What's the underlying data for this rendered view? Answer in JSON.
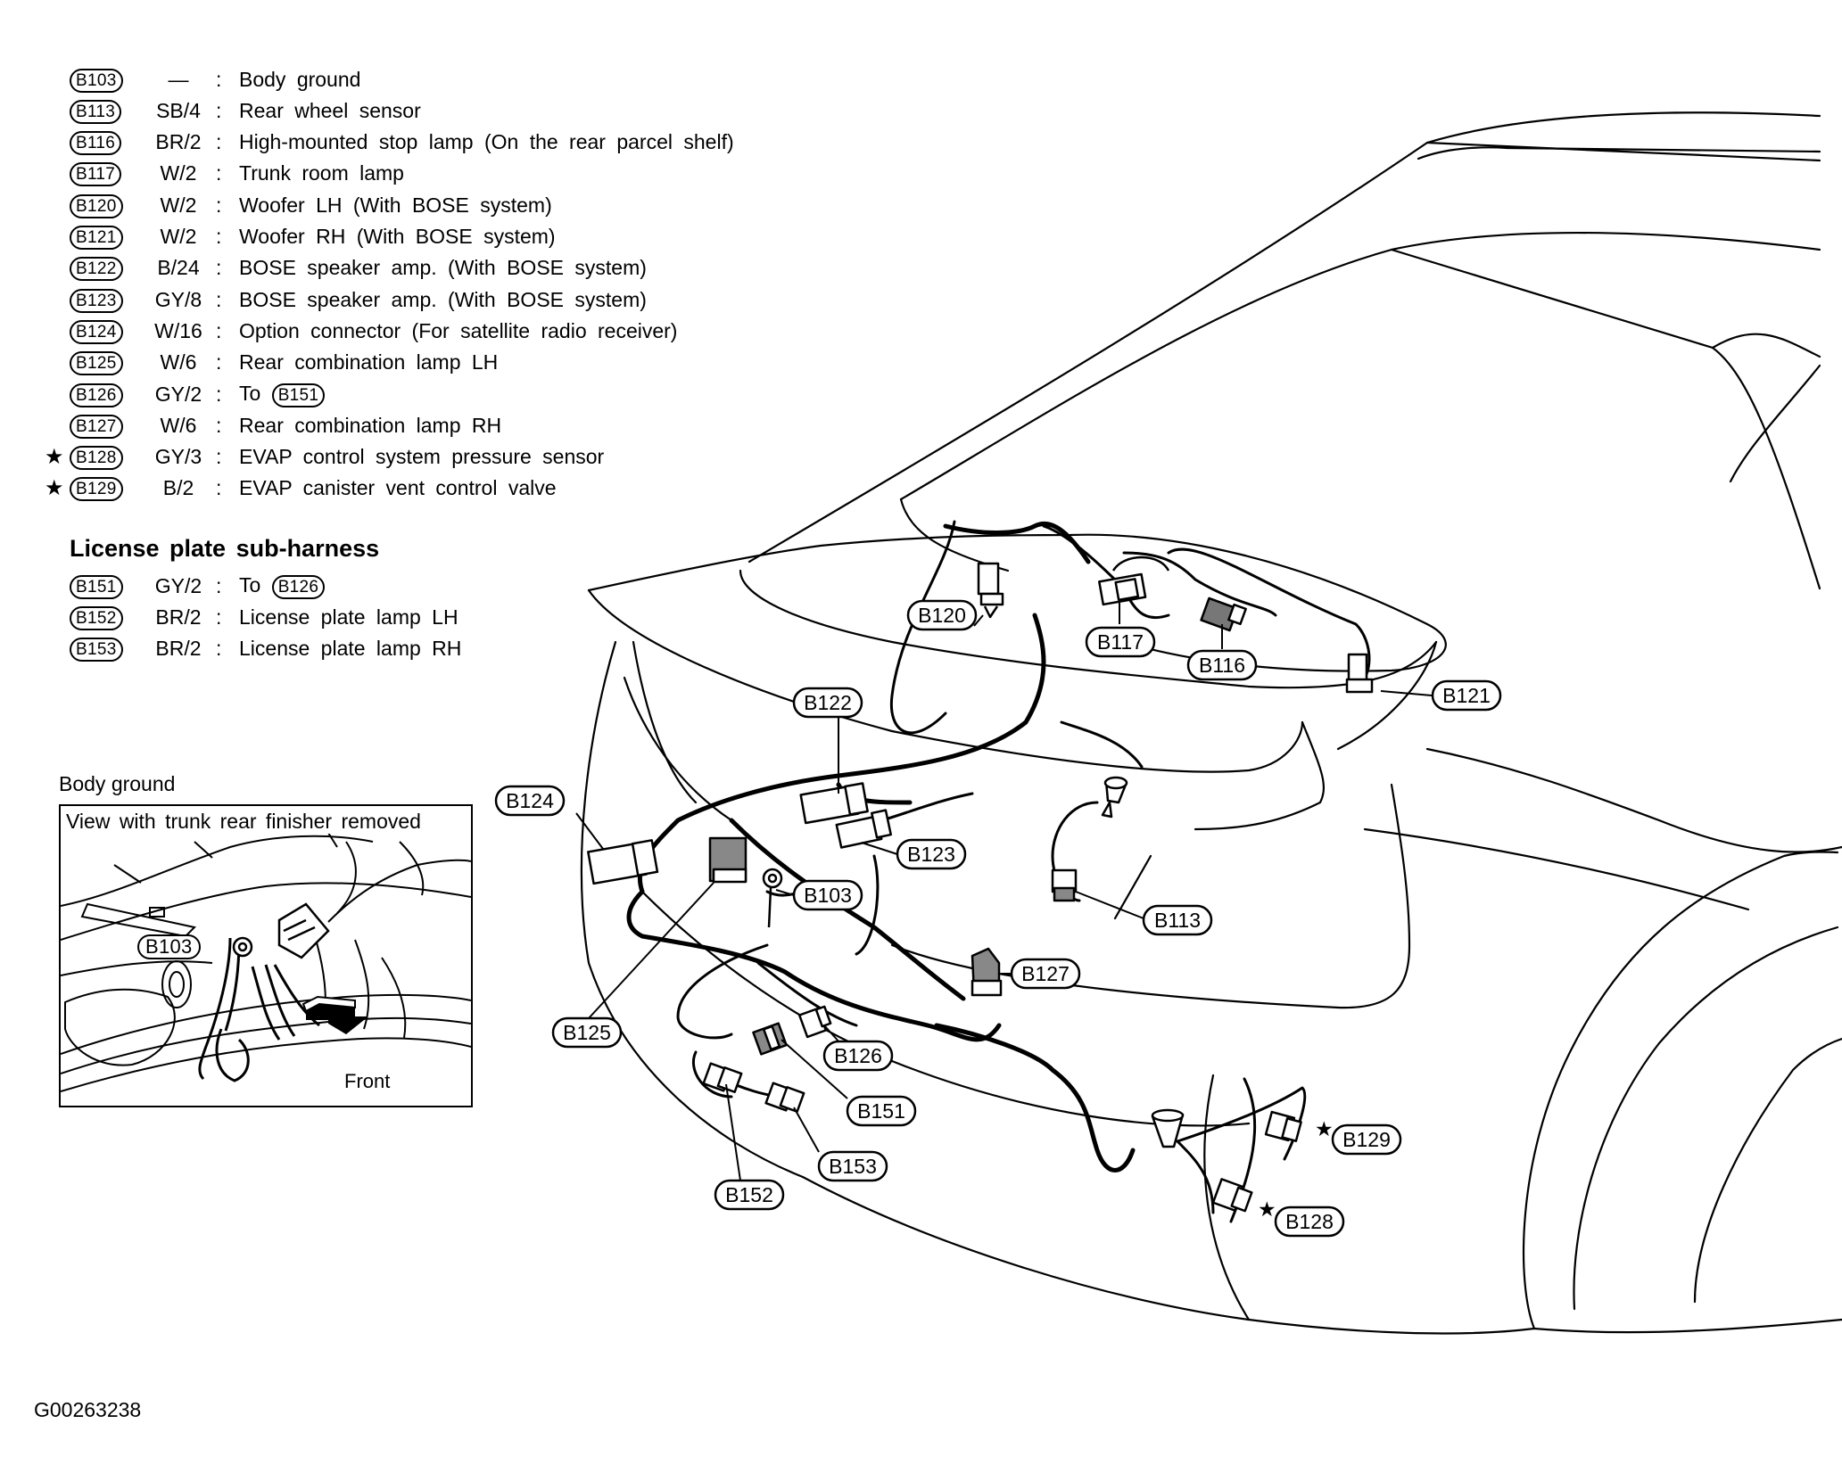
{
  "legend": {
    "rows": [
      {
        "code": "B103",
        "wire": "—",
        "desc": "Body ground",
        "star": ""
      },
      {
        "code": "B113",
        "wire": "SB/4",
        "desc": "Rear wheel sensor",
        "star": ""
      },
      {
        "code": "B116",
        "wire": "BR/2",
        "desc": "High-mounted stop lamp (On the rear parcel shelf)",
        "star": ""
      },
      {
        "code": "B117",
        "wire": "W/2",
        "desc": "Trunk room lamp",
        "star": ""
      },
      {
        "code": "B120",
        "wire": "W/2",
        "desc": "Woofer LH (With BOSE system)",
        "star": ""
      },
      {
        "code": "B121",
        "wire": "W/2",
        "desc": "Woofer RH (With BOSE system)",
        "star": ""
      },
      {
        "code": "B122",
        "wire": "B/24",
        "desc": "BOSE speaker amp. (With BOSE system)",
        "star": ""
      },
      {
        "code": "B123",
        "wire": "GY/8",
        "desc": "BOSE speaker amp. (With BOSE system)",
        "star": ""
      },
      {
        "code": "B124",
        "wire": "W/16",
        "desc": "Option connector (For satellite radio receiver)",
        "star": ""
      },
      {
        "code": "B125",
        "wire": "W/6",
        "desc": "Rear combination lamp LH",
        "star": ""
      },
      {
        "code": "B126",
        "wire": "GY/2",
        "desc": "To",
        "ref": "B151",
        "star": ""
      },
      {
        "code": "B127",
        "wire": "W/6",
        "desc": "Rear combination lamp RH",
        "star": ""
      },
      {
        "code": "B128",
        "wire": "GY/3",
        "desc": "EVAP control system pressure sensor",
        "star": "★"
      },
      {
        "code": "B129",
        "wire": "B/2",
        "desc": "EVAP canister vent control valve",
        "star": "★"
      }
    ],
    "colon": ":"
  },
  "sub_harness": {
    "title": "License plate sub-harness",
    "rows": [
      {
        "code": "B151",
        "wire": "GY/2",
        "desc": "To",
        "ref": "B126"
      },
      {
        "code": "B152",
        "wire": "BR/2",
        "desc": "License plate lamp LH"
      },
      {
        "code": "B153",
        "wire": "BR/2",
        "desc": "License plate lamp RH"
      }
    ]
  },
  "inset": {
    "title": "Body ground",
    "caption": "View with trunk rear finisher removed",
    "label": "B103",
    "front": "Front"
  },
  "callouts": {
    "B120": "B120",
    "B117": "B117",
    "B116": "B116",
    "B121": "B121",
    "B122": "B122",
    "B124": "B124",
    "B123": "B123",
    "B103": "B103",
    "B113": "B113",
    "B127": "B127",
    "B125": "B125",
    "B126": "B126",
    "B151": "B151",
    "B153": "B153",
    "B152": "B152",
    "B129": "B129",
    "B128": "B128"
  },
  "star_glyph": "★",
  "figure_id": "G00263238"
}
